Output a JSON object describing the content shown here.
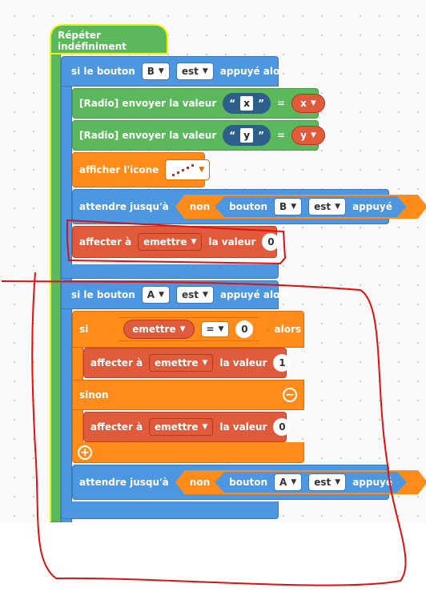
{
  "forever": {
    "label": "Répéter indéfiniment"
  },
  "block1": {
    "if_label": "si le bouton",
    "button": "B",
    "state": "est",
    "then_label": "appuyé alors",
    "radio_x": {
      "label": "[Radio] envoyer la valeur",
      "quote_open": "“",
      "text": "x",
      "quote_close": "”",
      "eq": "=",
      "var": "x"
    },
    "radio_y": {
      "label": "[Radio] envoyer la valeur",
      "quote_open": "“",
      "text": "y",
      "quote_close": "”",
      "eq": "=",
      "var": "y"
    },
    "show_icon": {
      "label": "afficher l'icone"
    },
    "wait": {
      "label": "attendre jusqu'à",
      "not": "non",
      "button_word": "bouton",
      "button": "B",
      "state": "est",
      "pressed": "appuyé"
    },
    "set": {
      "label": "affecter à",
      "var": "emettre",
      "value_label": "la valeur",
      "value": "0"
    }
  },
  "block2": {
    "if_label": "si le bouton",
    "button": "A",
    "state": "est",
    "then_label": "appuyé alors",
    "inner_if": {
      "label": "si",
      "var": "emettre",
      "op": "=",
      "value": "0",
      "then": "alors"
    },
    "set1": {
      "label": "affecter à",
      "var": "emettre",
      "value_label": "la valeur",
      "value": "1"
    },
    "else": {
      "label": "sinon",
      "minus": "−"
    },
    "set0": {
      "label": "affecter à",
      "var": "emettre",
      "value_label": "la valeur",
      "value": "0"
    },
    "plus": "+",
    "wait": {
      "label": "attendre jusqu'à",
      "not": "non",
      "button_word": "bouton",
      "button": "A",
      "state": "est",
      "pressed": "appuyé"
    }
  },
  "icons": {
    "caret": "▼"
  },
  "colors": {
    "event": "#5cb85c",
    "logic_blue": "#4c97e0",
    "control": "#ff8c1a",
    "variable": "#e05a3c",
    "highlight": "#f2f20a",
    "annotation": "#e01010"
  }
}
